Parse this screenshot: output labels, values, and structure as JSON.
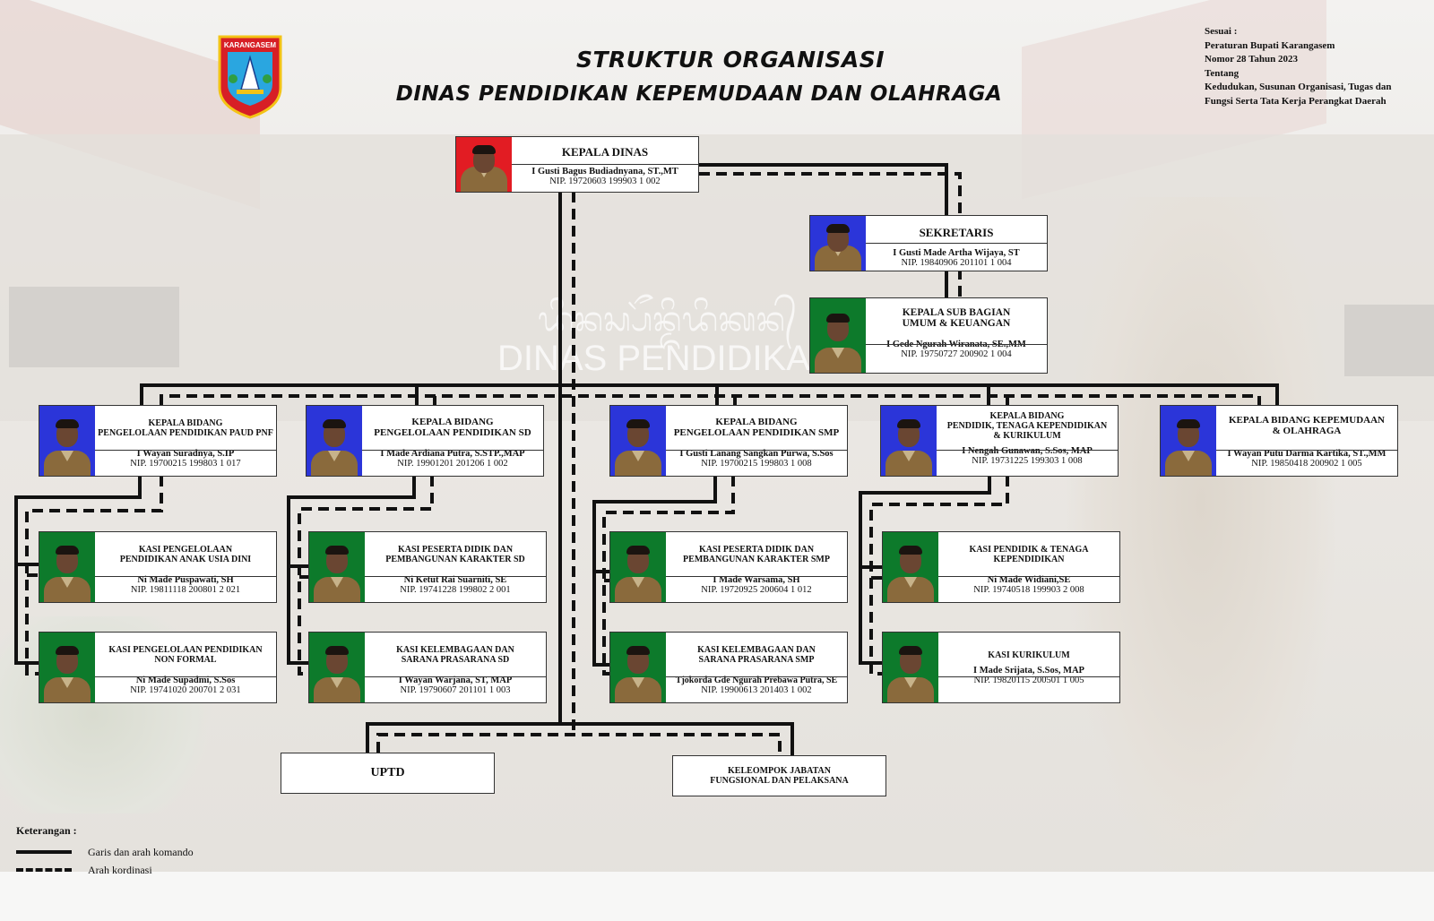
{
  "header": {
    "title_line1": "STRUKTUR ORGANISASI",
    "title_line2": "DINAS PENDIDIKAN KEPEMUDAAN DAN OLAHRAGA",
    "logo_text": "KARANGASEM"
  },
  "reference": {
    "lines": [
      "Sesuai :",
      "Peraturan Bupati Karangasem",
      "Nomor 28 Tahun 2023",
      "Tentang",
      "Kedudukan, Susunan Organisasi, Tugas dan",
      "Fungsi Serta Tata Kerja Perangkat Daerah"
    ]
  },
  "background": {
    "sign_script": "ᬤᬶᬦᬲ᭄ᬧᭂᬦ᭄ᬤᬶᬤᬶᬓᬦ᭄",
    "sign_text": "DINAS PENDIDIKAN"
  },
  "kepala": {
    "position": "KEPALA DINAS",
    "name": "I Gusti Bagus Budiadnyana, ST.,MT",
    "nip": "NIP. 19720603 199903 1 002",
    "color": "#e21c23"
  },
  "sekretaris": {
    "position": "SEKRETARIS",
    "name": "I Gusti Made Artha Wijaya, ST",
    "nip": "NIP. 19840906 201101 1 004",
    "color": "#2b35d9"
  },
  "subbag": {
    "position_line1": "KEPALA SUB BAGIAN",
    "position_line2": "UMUM & KEUANGAN",
    "name": "I Gede Ngurah Wiranata, SE.,MM",
    "nip": "NIP. 19750727 200902 1 004",
    "color": "#0d7a2b"
  },
  "bidang": [
    {
      "position_line1": "KEPALA BIDANG",
      "position_line2": "PENGELOLAAN PENDIDIKAN PAUD PNF",
      "position_line3": "",
      "name": "I Wayan Suradnya, S.IP",
      "nip": "NIP. 19700215 199803 1 017"
    },
    {
      "position_line1": "KEPALA BIDANG",
      "position_line2": "PENGELOLAAN PENDIDIKAN SD",
      "position_line3": "",
      "name": "I Made Ardiana Putra, S.STP.,MAP",
      "nip": "NIP. 19901201 201206 1 002"
    },
    {
      "position_line1": "KEPALA BIDANG",
      "position_line2": "PENGELOLAAN PENDIDIKAN SMP",
      "position_line3": "",
      "name": "I Gusti Lanang Sangkan Purwa, S.Sos",
      "nip": "NIP. 19700215 199803 1 008"
    },
    {
      "position_line1": "KEPALA BIDANG",
      "position_line2": "PENDIDIK, TENAGA KEPENDIDIKAN",
      "position_line3": "& KURIKULUM",
      "name": "I Nengah Gunawan, S.Sos, MAP",
      "nip": "NIP. 19731225 199303 1 008"
    },
    {
      "position_line1": "KEPALA BIDANG KEPEMUDAAN",
      "position_line2": "& OLAHRAGA",
      "position_line3": "",
      "name": "I Wayan Putu Darma Kartika, ST.,MM",
      "nip": "NIP. 19850418 200902 1 005"
    }
  ],
  "seksi": [
    {
      "position_line1": "KASI PENGELOLAAN",
      "position_line2": "PENDIDIKAN ANAK USIA DINI",
      "name": "Ni Made Puspawati, SH",
      "nip": "NIP. 19811118 200801 2 021"
    },
    {
      "position_line1": "KASI PENGELOLAAN PENDIDIKAN",
      "position_line2": "NON FORMAL",
      "name": "Ni Made Supadmi, S.Sos",
      "nip": "NIP. 19741020 200701 2 031"
    },
    {
      "position_line1": "KASI PESERTA DIDIK DAN",
      "position_line2": "PEMBANGUNAN KARAKTER SD",
      "name": "Ni Ketut Rai Suarniti, SE",
      "nip": "NIP. 19741228 199802 2 001"
    },
    {
      "position_line1": "KASI KELEMBAGAAN DAN",
      "position_line2": "SARANA PRASARANA SD",
      "name": "I Wayan Warjana, ST, MAP",
      "nip": "NIP. 19790607 201101 1 003"
    },
    {
      "position_line1": "KASI PESERTA DIDIK DAN",
      "position_line2": "PEMBANGUNAN KARAKTER SMP",
      "name": "I Made Warsama, SH",
      "nip": "NIP. 19720925 200604 1 012"
    },
    {
      "position_line1": "KASI KELEMBAGAAN DAN",
      "position_line2": "SARANA PRASARANA SMP",
      "name": "Tjokorda Gde Ngurah Prebawa Putra, SE",
      "nip": "NIP. 19900613 201403 1 002"
    },
    {
      "position_line1": "KASI PENDIDIK & TENAGA",
      "position_line2": "KEPENDIDIKAN",
      "name": "Ni Made Widiani,SE",
      "nip": "NIP. 19740518 199903 2 008"
    },
    {
      "position_line1": "KASI KURIKULUM",
      "position_line2": "",
      "name": "I Made Srijata, S.Sos, MAP",
      "nip": "NIP. 19820115 200501 1 005"
    }
  ],
  "uptd": {
    "label": "UPTD"
  },
  "kelompok": {
    "line1": "KELEOMPOK JABATAN",
    "line2": "FUNGSIONAL DAN PELAKSANA"
  },
  "legend": {
    "title": "Keterangan :",
    "solid_label": "Garis dan arah komando",
    "dashed_label": "Arah kordinasi"
  },
  "colors": {
    "kepala_bg": "#e21c23",
    "kepala_bidang_bg": "#2b35d9",
    "kasi_bg": "#0d7a2b",
    "line": "#111111"
  }
}
